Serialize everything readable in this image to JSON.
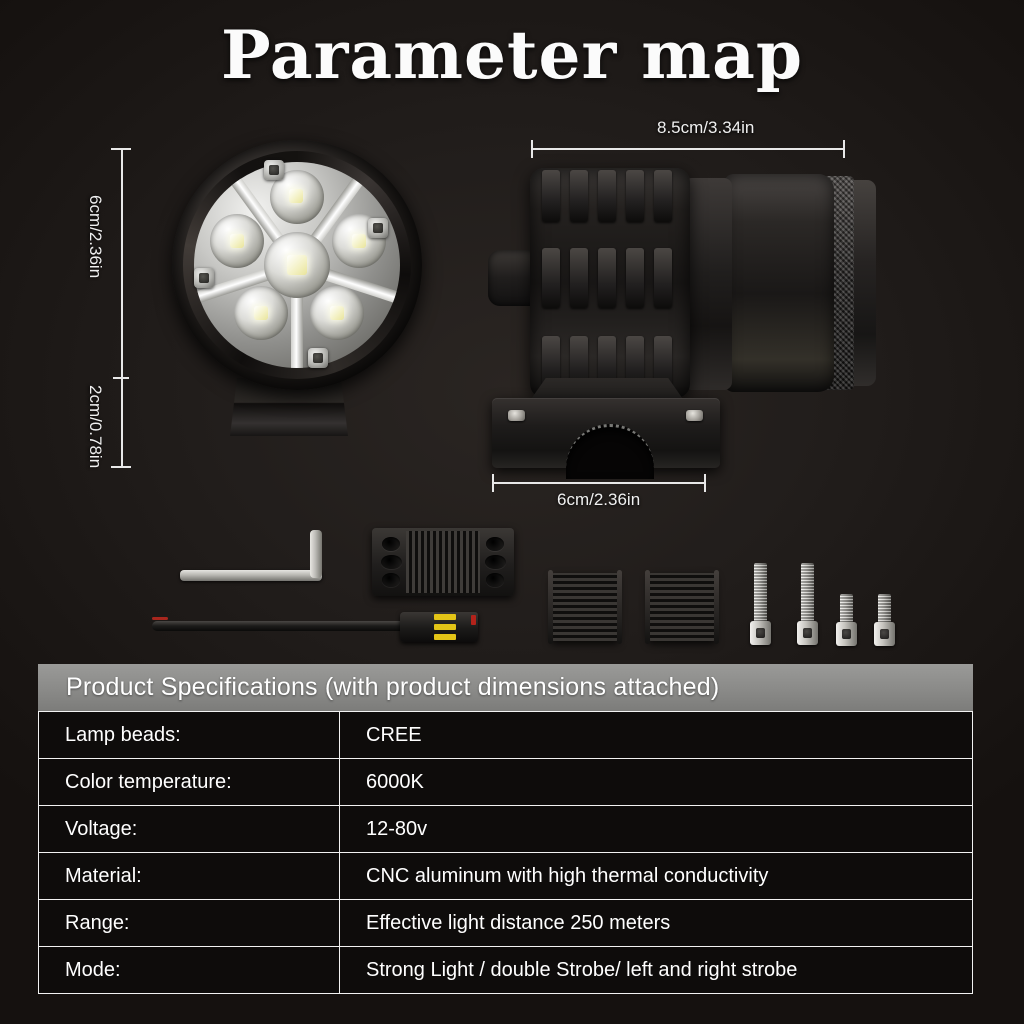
{
  "title": "Parameter map",
  "dimensions": {
    "width_top": "8.5cm/3.34in",
    "height_lamp": "6cm/2.36in",
    "height_base": "2cm/0.78in",
    "width_bottom": "6cm/2.36in"
  },
  "product_views": {
    "front_view_name": "LED lamp front view",
    "side_view_name": "LED lamp side view"
  },
  "accessories": [
    "allen-key",
    "rubber-pad",
    "wire-harness-with-connector",
    "rubber-shim-1",
    "rubber-shim-2",
    "long-bolt-1",
    "long-bolt-2",
    "short-bolt-1",
    "short-bolt-2"
  ],
  "spec": {
    "header": "Product Specifications (with product dimensions attached)",
    "rows": [
      {
        "key": "Lamp beads:",
        "value": "CREE"
      },
      {
        "key": "Color temperature:",
        "value": "6000K"
      },
      {
        "key": "Voltage:",
        "value": "12-80v"
      },
      {
        "key": "Material:",
        "value": "CNC aluminum with high thermal conductivity"
      },
      {
        "key": "Range:",
        "value": "Effective light distance 250 meters"
      },
      {
        "key": "Mode:",
        "value": "Strong Light / double Strobe/ left and right strobe"
      }
    ]
  },
  "colors": {
    "background": "#151110",
    "title_text": "#fbfbfb",
    "header_band": "#8a8a88",
    "table_border": "#f2f2f2",
    "dimension_line": "#e8e8e8",
    "led_emitter": "#f4f2c8",
    "connector_clip": "#e3c417",
    "connector_accent": "#b3231b"
  }
}
